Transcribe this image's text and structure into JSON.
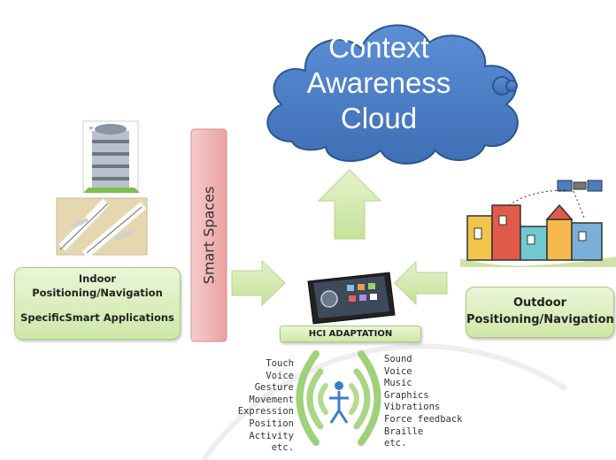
{
  "cloud": {
    "line1": "Context",
    "line2": "Awareness",
    "line3": "Cloud",
    "color": "#4e7fc4"
  },
  "smart_spaces": {
    "label": "Smart Spaces",
    "color": "#f0b3b3"
  },
  "indoor": {
    "line1": "Indoor",
    "line2": "Positioning/Navigation",
    "line3": "SpecificSmart Applications"
  },
  "outdoor": {
    "line1": "Outdoor",
    "line2": "Positioning/Navigation"
  },
  "hci": {
    "label": "HCI ADAPTATION"
  },
  "inputs": [
    "Touch",
    "Voice",
    "Gesture",
    "Movement",
    "Expression",
    "Position",
    "Activity",
    "etc."
  ],
  "outputs": [
    "Sound",
    "Voice",
    "Music",
    "Graphics",
    "Vibrations",
    "Force feedback",
    "Braille",
    "etc."
  ],
  "colors": {
    "arrow": "#d6ebb4",
    "box": "#d8edbc",
    "wave": "#9fd07a",
    "person": "#3a7fc8"
  }
}
